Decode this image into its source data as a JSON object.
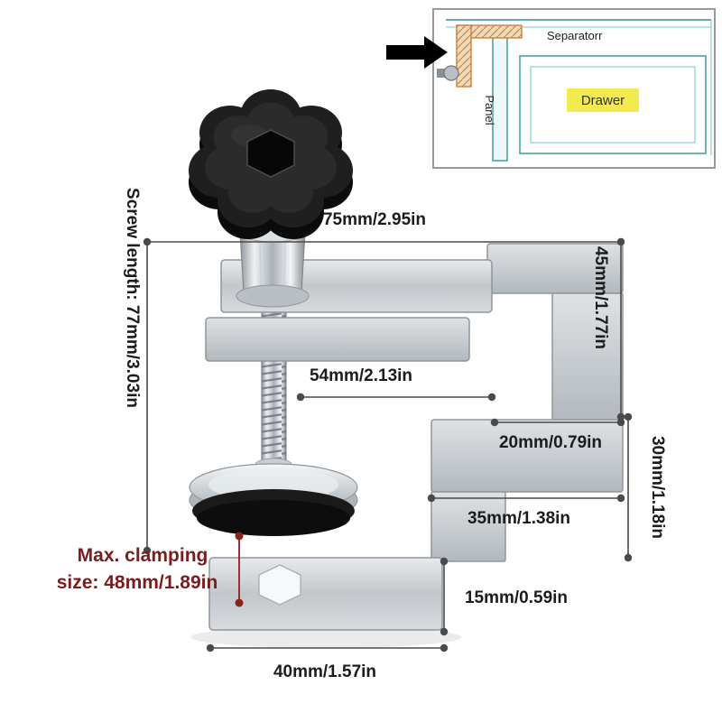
{
  "inset": {
    "separator_label": "Separatorr",
    "panel_label": "Panel",
    "drawer_label": "Drawer"
  },
  "dimensions": {
    "top_width": "75mm/2.95in",
    "upper_right_height": "45mm/1.77in",
    "screw_exposed": "54mm/2.13in",
    "step_depth": "20mm/0.79in",
    "lower_right_height": "30mm/1.18in",
    "middle_tab_width": "35mm/1.38in",
    "bottom_step_height": "15mm/0.59in",
    "bottom_width": "40mm/1.57in",
    "screw_length": "Screw length: 77mm/3.03in",
    "max_clamping_line1": "Max. clamping",
    "max_clamping_line2": "size: 48mm/1.89in"
  },
  "colors": {
    "background": "#ffffff",
    "dimension_line": "#4a4a4a",
    "dimension_text": "#1c1c1c",
    "max_clamping_text": "#7a1d1d",
    "drawer_highlight": "#f2ea4e",
    "inset_outline": "#4aa3a3",
    "clamp_schematic_outline": "#c87d33",
    "knob_black": "#1f1f1f",
    "metal_silver": "#c2c7cb"
  }
}
